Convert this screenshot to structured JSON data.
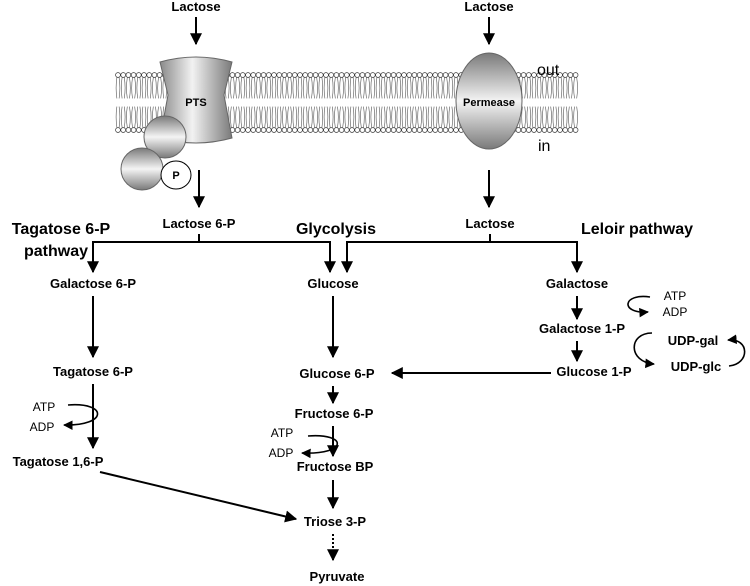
{
  "membrane": {
    "outside_label": "out",
    "inside_label": "in"
  },
  "transporters": {
    "pts_label": "PTS",
    "phospho_label": "P",
    "permease_label": "Permease"
  },
  "substrates": {
    "lactose_left": "Lactose",
    "lactose_right_top": "Lactose",
    "lactose_6p": "Lactose 6-P",
    "lactose_right_inside": "Lactose"
  },
  "pathways": {
    "tagatose_line1": "Tagatose 6-P",
    "tagatose_line2": "pathway",
    "glycolysis": "Glycolysis",
    "leloir": "Leloir pathway"
  },
  "tagatose_branch": {
    "galactose_6p": "Galactose 6-P",
    "tagatose_6p": "Tagatose 6-P",
    "atp": "ATP",
    "adp": "ADP",
    "tagatose_16p": "Tagatose 1,6-P"
  },
  "glycolysis_branch": {
    "glucose": "Glucose",
    "glucose_6p": "Glucose 6-P",
    "fructose_6p": "Fructose 6-P",
    "atp": "ATP",
    "adp": "ADP",
    "fructose_bp": "Fructose BP",
    "triose_3p": "Triose 3-P",
    "pyruvate": "Pyruvate"
  },
  "leloir_branch": {
    "galactose": "Galactose",
    "atp": "ATP",
    "adp": "ADP",
    "galactose_1p": "Galactose 1-P",
    "udp_gal": "UDP-gal",
    "udp_glc": "UDP-glc",
    "glucose_1p": "Glucose 1-P"
  }
}
